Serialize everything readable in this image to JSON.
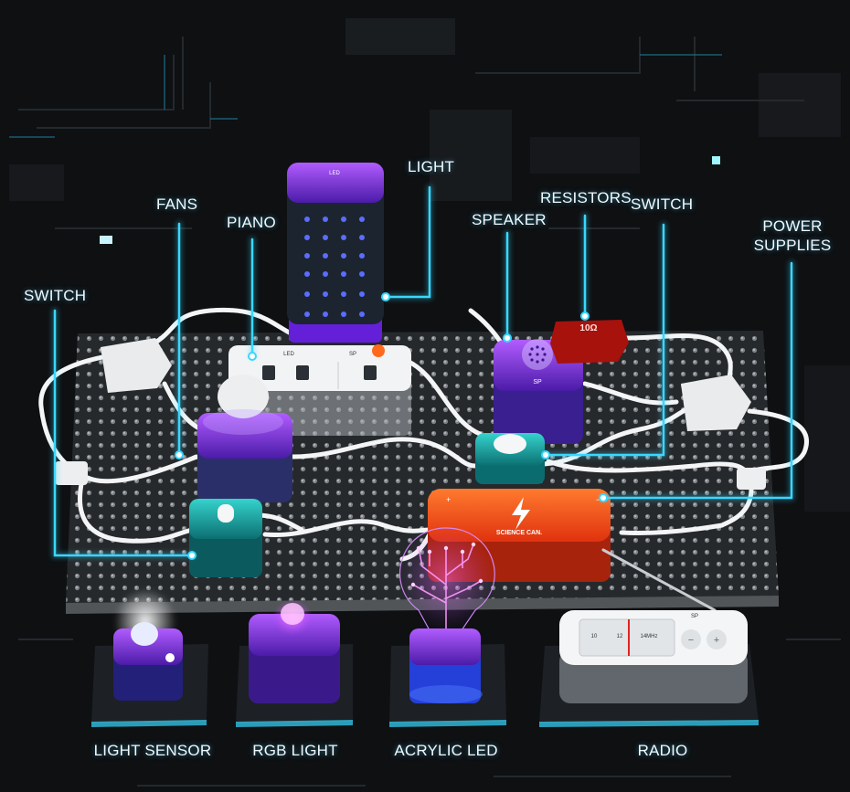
{
  "labels": {
    "light": "LIGHT",
    "fans": "FANS",
    "piano": "PIANO",
    "speaker": "SPEAKER",
    "resistors": "RESISTORS",
    "switch_right": "SWITCH",
    "power_line1": "POWER",
    "power_line2": "SUPPLIES",
    "switch_left": "SWITCH",
    "light_sensor": "LIGHT SENSOR",
    "rgb_light": "RGB LIGHT",
    "acrylic_led": "ACRYLIC LED",
    "radio": "RADIO"
  },
  "module_text": {
    "battery_brand": "SCIENCE CAN.",
    "resistor_value": "10Ω",
    "light_tag": "LED",
    "piano_tag_left": "LED",
    "piano_tag_right": "SP",
    "speaker_tag": "SP",
    "radio_tag": "SP",
    "radio_scale_a": "10",
    "radio_scale_b": "12",
    "radio_scale_c": "14MHz"
  },
  "colors": {
    "background": "#0e1012",
    "callout": "#38d8ff",
    "module_purple": "#8a2cff",
    "module_teal": "#17b3ad",
    "battery_orange": "#ff5a1f",
    "resistor_red": "#b0140e"
  }
}
